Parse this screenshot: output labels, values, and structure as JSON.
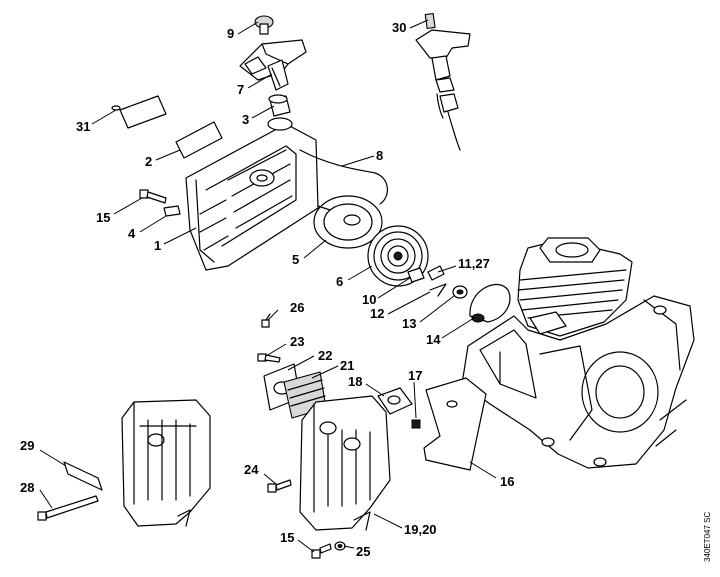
{
  "labels": {
    "l9": "9",
    "l7": "7",
    "l3": "3",
    "l30": "30",
    "l31": "31",
    "l2": "2",
    "l8": "8",
    "l15a": "15",
    "l4": "4",
    "l1": "1",
    "l5": "5",
    "l6": "6",
    "l10": "10",
    "l11_27": "11,27",
    "l12": "12",
    "l13": "13",
    "l14": "14",
    "l26": "26",
    "l23": "23",
    "l22": "22",
    "l21": "21",
    "l18": "18",
    "l17": "17",
    "l29": "29",
    "l28": "28",
    "l24": "24",
    "l16": "16",
    "l19_20": "19,20",
    "l15b": "15",
    "l25": "25"
  },
  "reference_code": "340ET047 SC"
}
